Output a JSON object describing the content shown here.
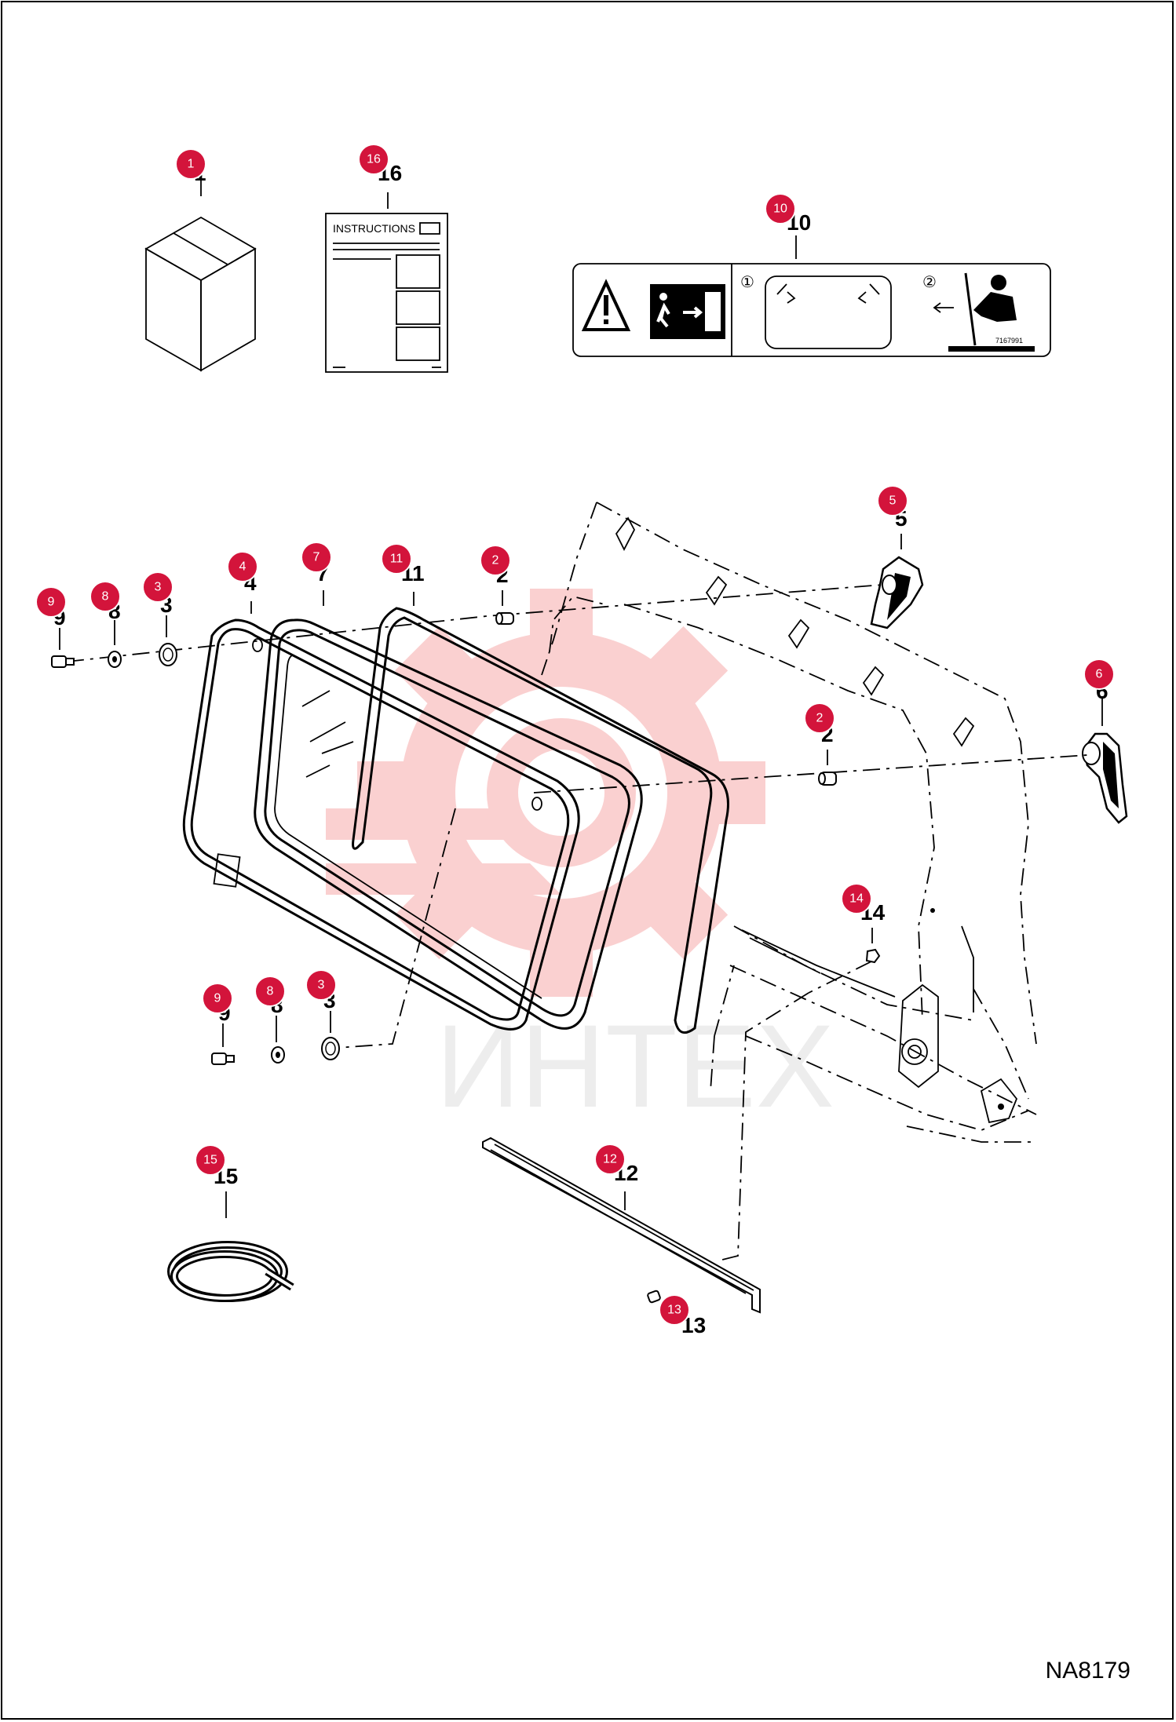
{
  "diagram": {
    "id_label": "NA8179",
    "watermark_text": "ИНТЕХ",
    "colors": {
      "badge": "#d3143b",
      "line": "#000000",
      "watermark": "#f4b7b7"
    }
  },
  "parts": [
    {
      "number": "1",
      "badge": "1",
      "label": "1",
      "item": "kit-box"
    },
    {
      "number": "16",
      "badge": "16",
      "label": "16",
      "item": "instructions-sheet"
    },
    {
      "number": "10",
      "badge": "10",
      "label": "10",
      "item": "emergency-exit-decal"
    },
    {
      "number": "5",
      "badge": "5",
      "label": "5",
      "item": "latch-handle-upper"
    },
    {
      "number": "6",
      "badge": "6",
      "label": "6",
      "item": "latch-handle-lower"
    },
    {
      "number": "9",
      "badge": "9",
      "label": "9",
      "item": "screw-upper"
    },
    {
      "number": "8",
      "badge": "8",
      "label": "8",
      "item": "washer-upper"
    },
    {
      "number": "3",
      "badge": "3",
      "label": "3",
      "item": "grommet-upper"
    },
    {
      "number": "4",
      "badge": "4",
      "label": "4",
      "item": "window-frame"
    },
    {
      "number": "7",
      "badge": "7",
      "label": "7",
      "item": "glass-pane"
    },
    {
      "number": "11",
      "badge": "11",
      "label": "11",
      "item": "seal-ring"
    },
    {
      "number": "2",
      "badge": "2",
      "label": "2",
      "item": "spacer-upper"
    },
    {
      "number": "2",
      "badge": "2",
      "label": "2",
      "item": "spacer-lower"
    },
    {
      "number": "14",
      "badge": "14",
      "label": "14",
      "item": "nut"
    },
    {
      "number": "9",
      "badge": "9",
      "label": "9",
      "item": "screw-lower"
    },
    {
      "number": "8",
      "badge": "8",
      "label": "8",
      "item": "washer-lower"
    },
    {
      "number": "3",
      "badge": "3",
      "label": "3",
      "item": "grommet-lower"
    },
    {
      "number": "15",
      "badge": "15",
      "label": "15",
      "item": "edge-trim-coil"
    },
    {
      "number": "12",
      "badge": "12",
      "label": "12",
      "item": "bottom-channel"
    },
    {
      "number": "13",
      "badge": "13",
      "label": "13",
      "item": "channel-screw"
    }
  ],
  "instructions_sheet": {
    "title": "INSTRUCTIONS"
  },
  "decal": {
    "step1": "①",
    "step2": "②",
    "part_code": "7167991"
  }
}
